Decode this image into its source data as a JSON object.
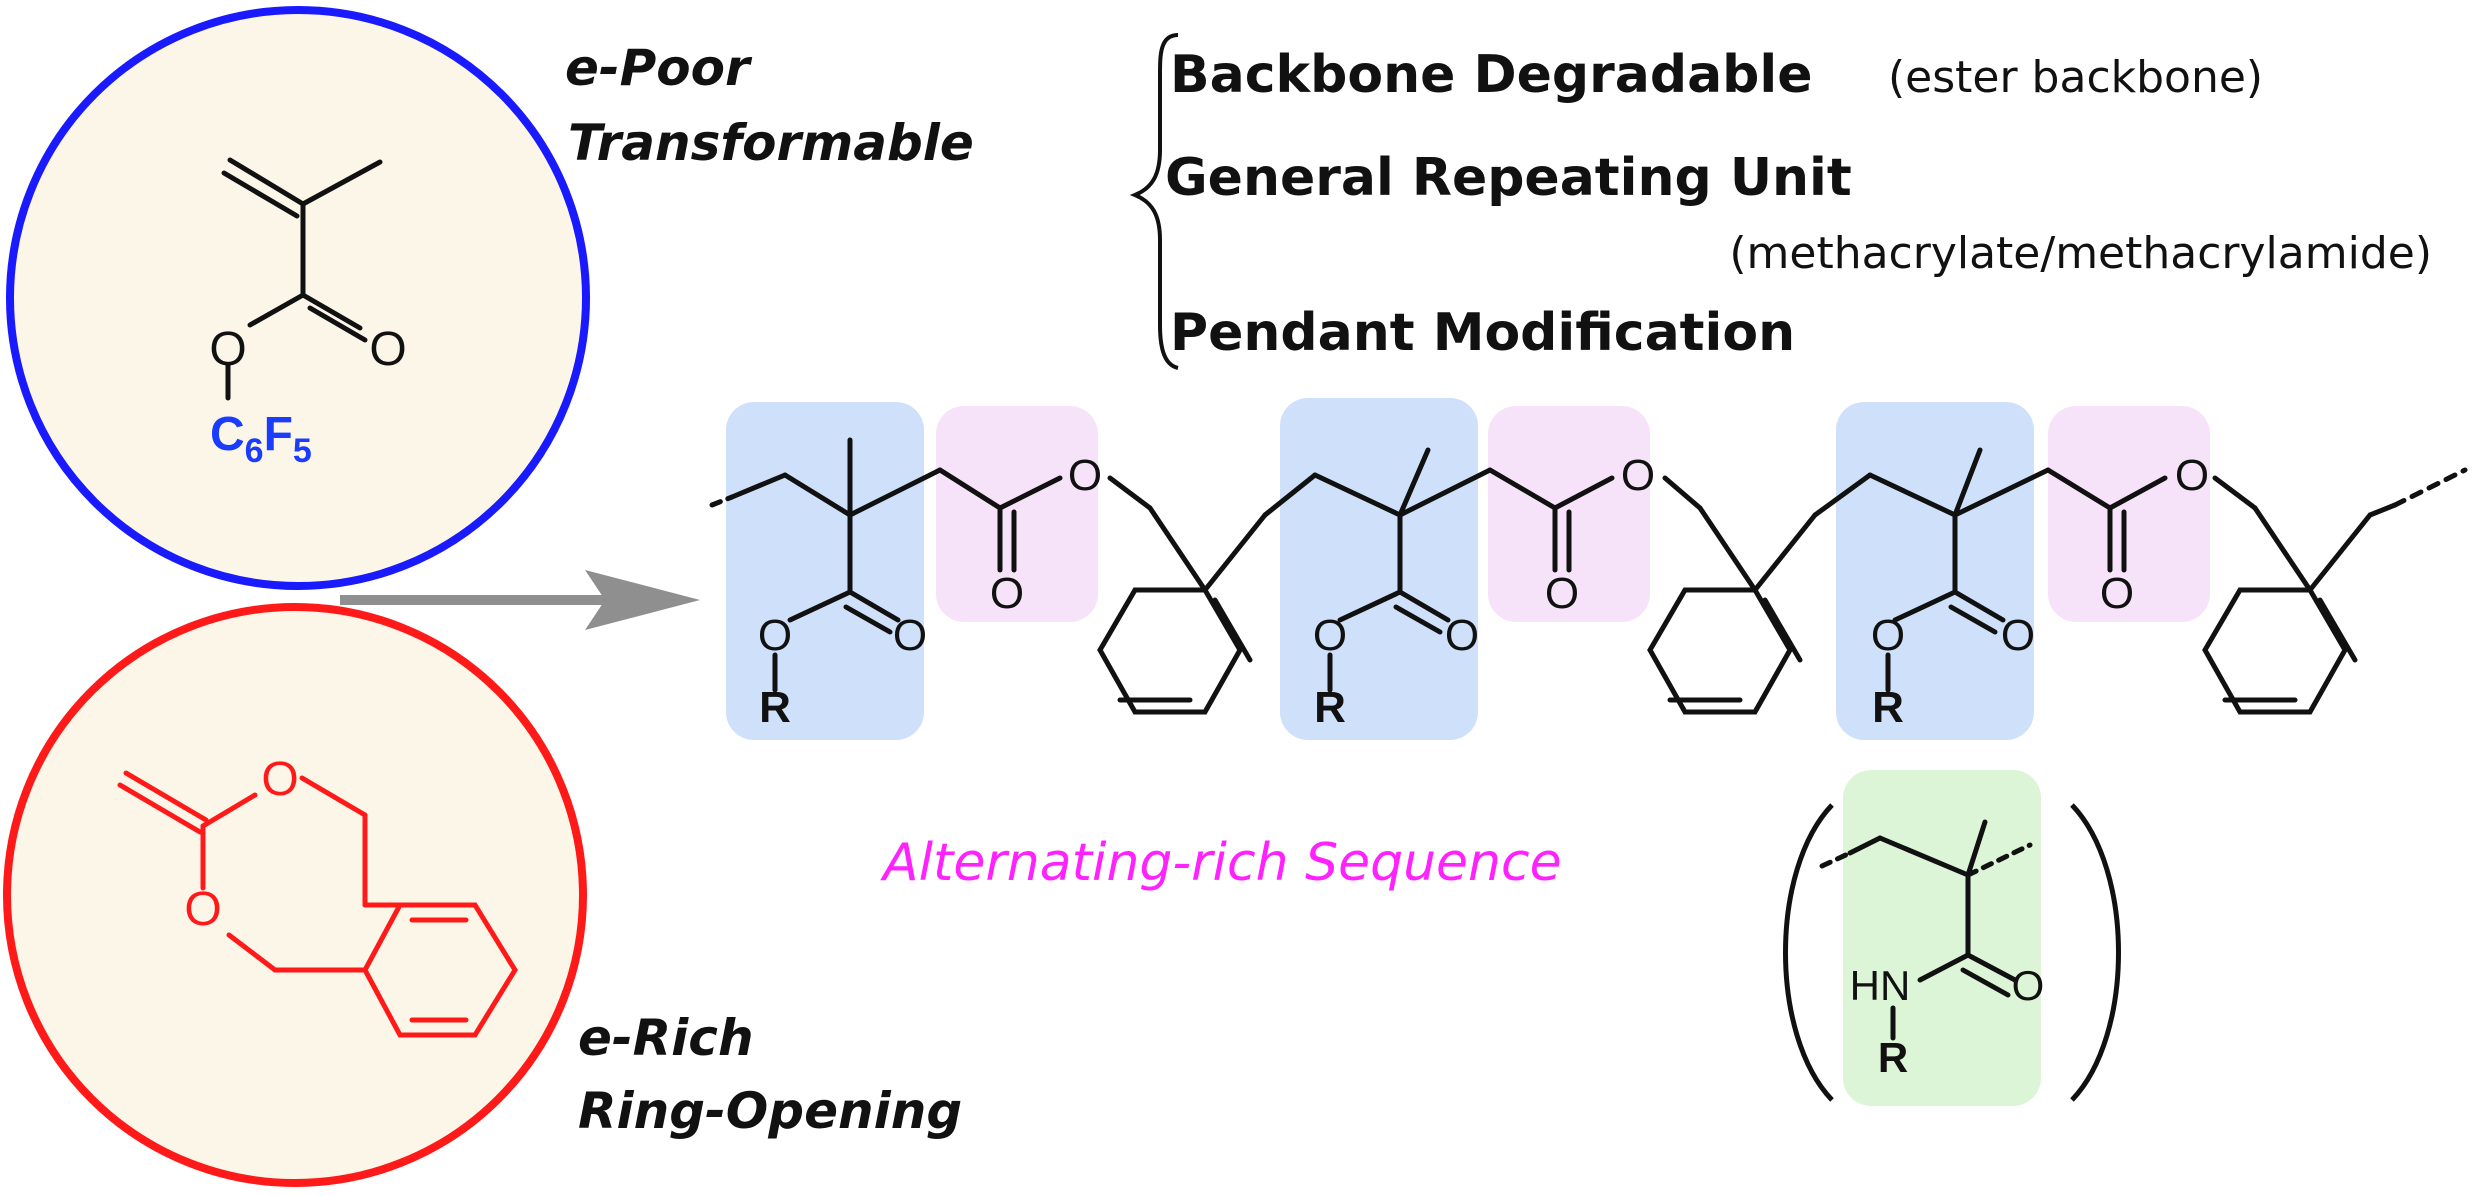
{
  "monomer_top": {
    "label_line1": "e-Poor",
    "label_line2": "Transformable",
    "atom_o_ester": "O",
    "atom_o_carbonyl": "O",
    "substituent_main": "C",
    "substituent_sub1": "6",
    "substituent_f": "F",
    "substituent_sub2": "5",
    "border_color": "#1a1aff"
  },
  "monomer_bottom": {
    "label_line1": "e-Rich",
    "label_line2": "Ring-Opening",
    "atom_o1": "O",
    "atom_o2": "O",
    "border_color": "#ff1a1a"
  },
  "features": {
    "item1_title": "Backbone Degradable",
    "item1_note": "(ester backbone)",
    "item2_title": "General Repeating Unit",
    "item2_note": "(methacrylate/methacrylamide)",
    "item3_title": "Pendant Modification"
  },
  "polymer": {
    "units": [
      {
        "o_side": "O",
        "r": "R",
        "o_carbonyl": "O",
        "o_chain": "O",
        "o_chain_carbonyl": "O"
      },
      {
        "o_side": "O",
        "r": "R",
        "o_carbonyl": "O",
        "o_chain": "O",
        "o_chain_carbonyl": "O"
      },
      {
        "o_side": "O",
        "r": "R",
        "o_carbonyl": "O",
        "o_chain": "O",
        "o_chain_carbonyl": "O"
      }
    ],
    "sequence_label": "Alternating-rich Sequence",
    "methacrylamide": {
      "hn": "HN",
      "r": "R",
      "o": "O"
    }
  },
  "colors": {
    "methacrylate_highlight": "#cfe0fa",
    "ester_highlight": "#f7e3f9",
    "amide_highlight": "#dcf5d6",
    "monomer_fill": "#fcf6e9",
    "sequence_text": "#ff22ff",
    "arrow": "#8f8f8f"
  }
}
